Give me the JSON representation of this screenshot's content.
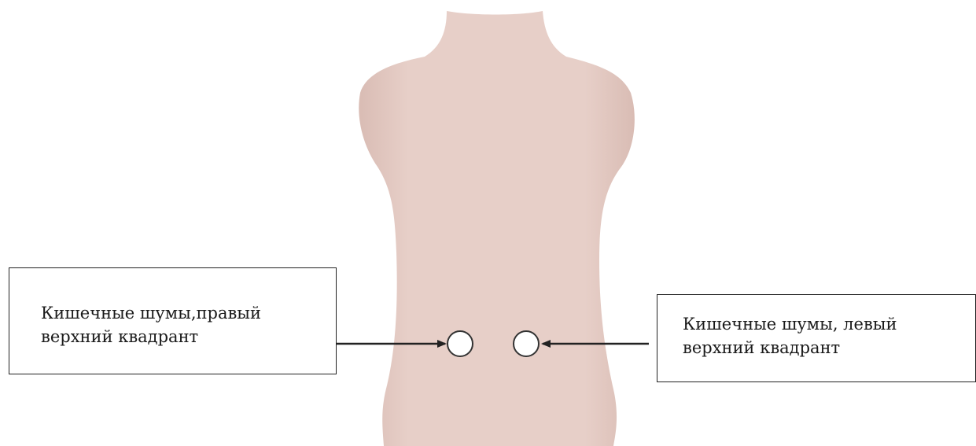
{
  "image": {
    "subject": "torso-mannequin",
    "colors": {
      "background": "#ffffff",
      "torso": "#e7cfc8",
      "torso_shadow": "#d9bcb4",
      "marker_fill": "#ffffff",
      "marker_stroke": "#333333",
      "arrow": "#222222",
      "box_border": "#222222"
    }
  },
  "labels": {
    "right_upper_quadrant": {
      "line1": "Кишечные шумы,правый",
      "line2": "верхний квадрант"
    },
    "left_upper_quadrant": {
      "line1": "Кишечные шумы, левый",
      "line2": "верхний квадрант"
    }
  }
}
